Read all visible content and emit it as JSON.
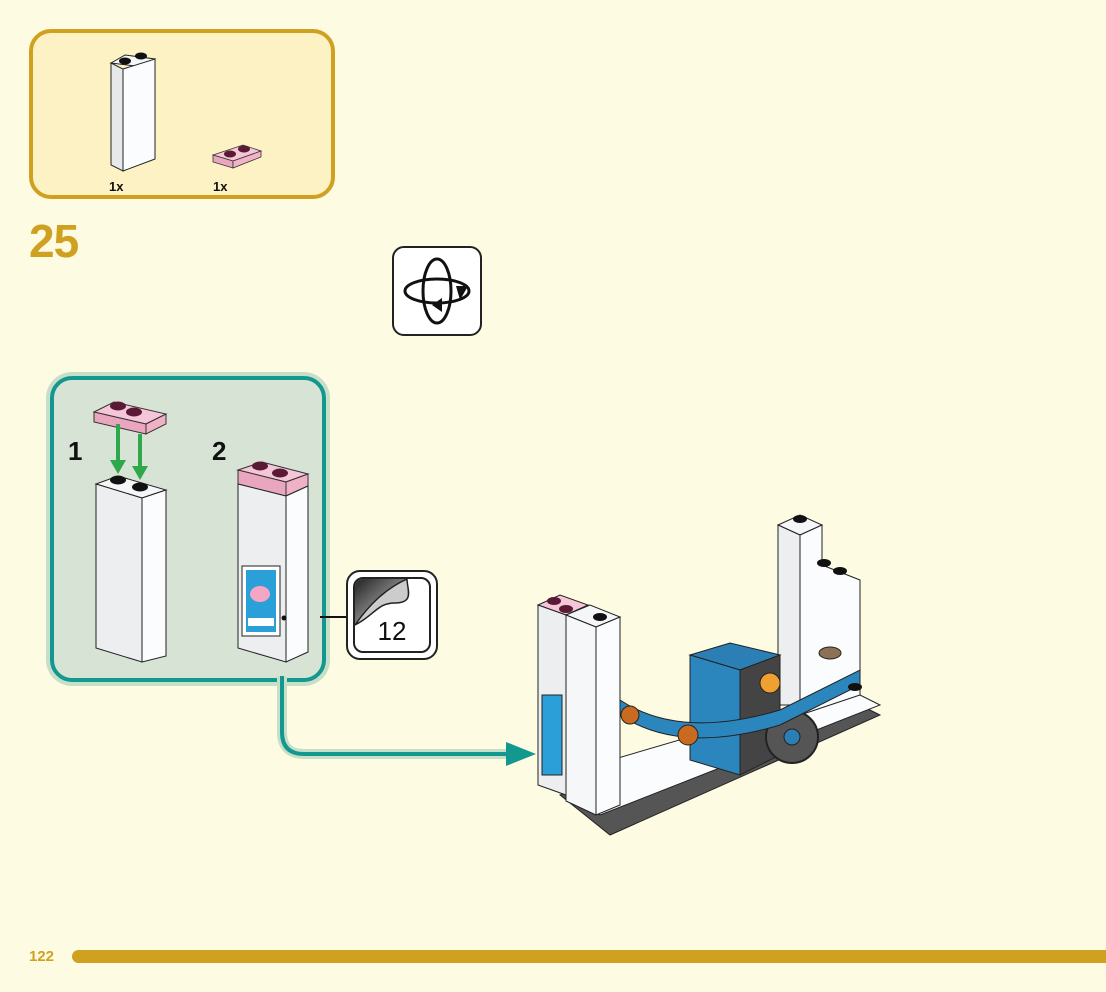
{
  "parts_list": {
    "items": [
      {
        "name": "white-brick-1x2x5",
        "quantity": "1x",
        "color": "#ffffff"
      },
      {
        "name": "trans-pink-plate-1x2",
        "quantity": "1x",
        "color": "#f2b9cf"
      }
    ]
  },
  "step": {
    "number": "25"
  },
  "rotate_icon": {
    "label": "rotate-model"
  },
  "substeps": [
    {
      "number": "1"
    },
    {
      "number": "2"
    }
  ],
  "sticker": {
    "number": "12"
  },
  "footer": {
    "page_number": "122"
  },
  "colors": {
    "accent_gold": "#d0a020",
    "page_bg": "#fefbe3",
    "parts_bg": "#fdf2c4",
    "substep_border": "#13988f",
    "substep_bg": "#d7e4d5",
    "arrow_green": "#2ea84a"
  }
}
